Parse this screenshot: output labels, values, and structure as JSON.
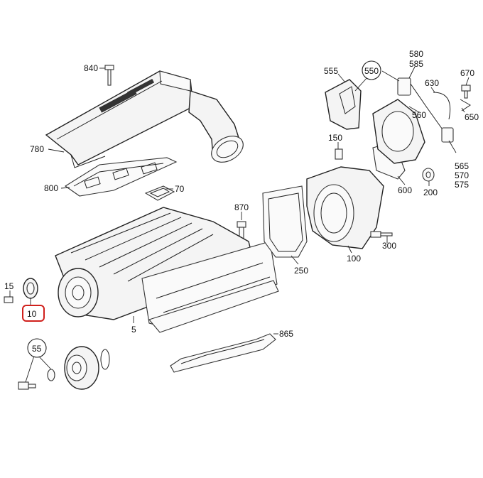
{
  "labels": {
    "p840": "840",
    "p780": "780",
    "p800": "800",
    "p70": "70",
    "p870": "870",
    "p15": "15",
    "p10": "10",
    "p5": "5",
    "p55": "55",
    "p865": "865",
    "p555": "555",
    "p550": "550",
    "p580": "580",
    "p585": "585",
    "p630": "630",
    "p670": "670",
    "p560": "560",
    "p650": "650",
    "p150": "150",
    "p565": "565",
    "p570": "570",
    "p575": "575",
    "p600": "600",
    "p200": "200",
    "p300": "300",
    "p100": "100",
    "p250": "250"
  },
  "colors": {
    "highlight": "#d0201c",
    "line": "#222222"
  },
  "highlighted_part": "p10"
}
